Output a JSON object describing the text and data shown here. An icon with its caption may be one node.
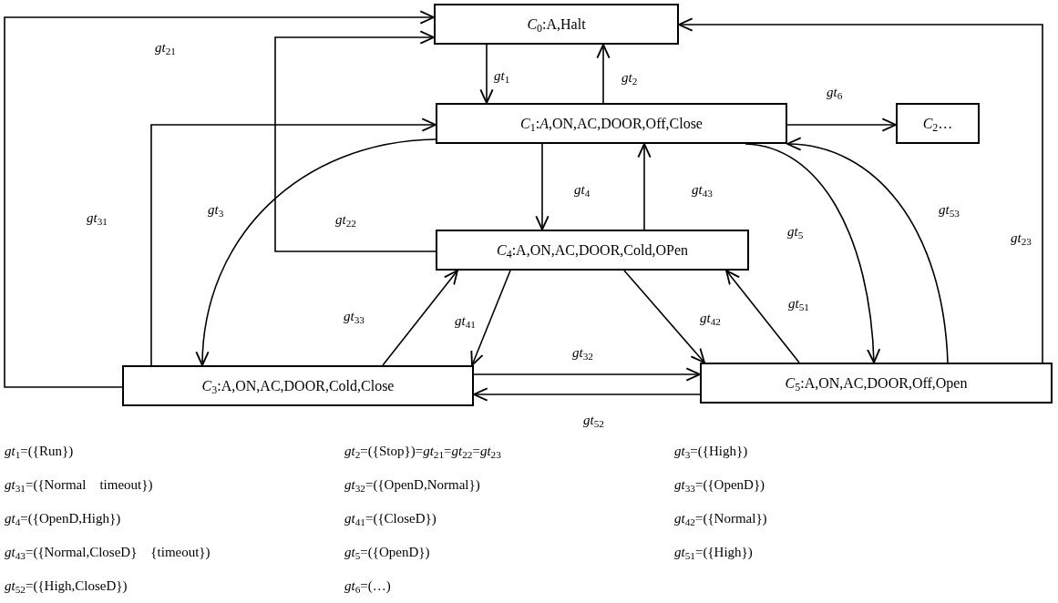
{
  "diagram": {
    "nodes": [
      {
        "text": [
          "*C*$_{0}$:A,Halt"
        ]
      },
      {
        "text": [
          "*C*$_{1}$:*A*,ON,AC,DOOR,Off,Close"
        ]
      },
      {
        "text": [
          "*C*$_{2}$…"
        ]
      },
      {
        "text": [
          "*C*$_{4}$:A,ON,AC,DOOR,Cold,OPen"
        ]
      },
      {
        "text": [
          "*C*$_{3}$:A,ON,AC,DOOR,Cold,Close"
        ]
      },
      {
        "text": [
          "*C*$_{5}$:A,ON,AC,DOOR,Off,Open"
        ]
      }
    ],
    "edges": [
      {
        "from": 0,
        "to": 1,
        "arrow": "to",
        "label": "*gt*$_{1}$"
      },
      {
        "from": 1,
        "to": 0,
        "arrow": "to",
        "label": "*gt*$_{2}$"
      },
      {
        "from": 1,
        "to": 2,
        "arrow": "to",
        "label": "*gt*$_{6}$"
      },
      {
        "from": 4,
        "to": 0,
        "arrow": "to",
        "label": "*gt*$_{21}$"
      },
      {
        "from": 3,
        "to": 0,
        "arrow": "to",
        "label": "*gt*$_{22}$"
      },
      {
        "from": 4,
        "to": 1,
        "arrow": "to",
        "label": "*gt*$_{31}$"
      },
      {
        "from": 1,
        "to": 4,
        "arrow": "to",
        "label": "*gt*$_{3}$"
      },
      {
        "from": 5,
        "to": 0,
        "arrow": "to",
        "label": "*gt*$_{23}$"
      },
      {
        "from": 1,
        "to": 3,
        "arrow": "to",
        "label": "*gt*$_{4}$"
      },
      {
        "from": 3,
        "to": 1,
        "arrow": "to",
        "label": "*gt*$_{43}$"
      },
      {
        "from": 4,
        "to": 3,
        "arrow": "to",
        "label": "*gt*$_{33}$"
      },
      {
        "from": 3,
        "to": 4,
        "arrow": "to",
        "label": "*gt*$_{41}$"
      },
      {
        "from": 3,
        "to": 5,
        "arrow": "to",
        "label": "*gt*$_{42}$"
      },
      {
        "from": 5,
        "to": 3,
        "arrow": "to",
        "label": "*gt*$_{51}$"
      },
      {
        "from": 1,
        "to": 5,
        "arrow": "to",
        "label": "*gt*$_{5}$"
      },
      {
        "from": 5,
        "to": 1,
        "arrow": "to",
        "label": "*gt*$_{53}$"
      },
      {
        "from": 4,
        "to": 5,
        "arrow": "to",
        "label": "*gt*$_{32}$"
      },
      {
        "from": 5,
        "to": 4,
        "arrow": "to",
        "label": "*gt*$_{52}$"
      }
    ],
    "labels": [
      "*gt*$_{1}$=({Run})",
      "*gt*$_{2}$=({Stop})=*gt*$_{21}$=*gt*$_{22}$=*gt*$_{23}$",
      "*gt*$_{3}$=({High})",
      "*gt*$_{31}$=({Normal    timeout})",
      "*gt*$_{32}$=({OpenD,Normal})",
      "*gt*$_{33}$=({OpenD})",
      "*gt*$_{4}$=({OpenD,High})",
      "*gt*$_{41}$=({CloseD})",
      "*gt*$_{42}$=({Normal})",
      "*gt*$_{43}$=({Normal,CloseD}    {timeout})",
      "*gt*$_{5}$=({OpenD})",
      "*gt*$_{51}$=({High})",
      "*gt*$_{52}$=({High,CloseD})",
      "*gt*$_{6}$=(…)"
    ]
  }
}
